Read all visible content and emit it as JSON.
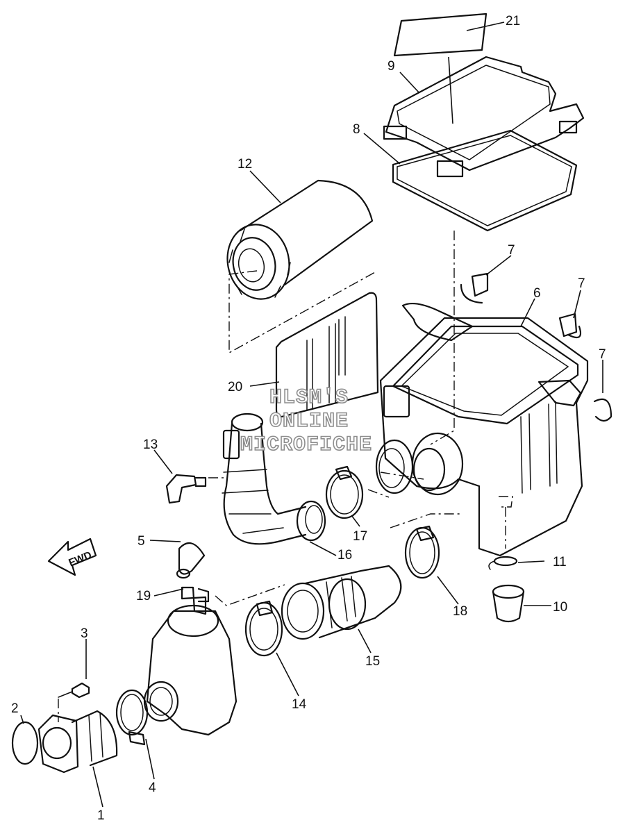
{
  "watermark": {
    "line1": "HLSM'S",
    "line2": "ONLINE",
    "line3": "MICROFICHE"
  },
  "direction_label": "FWD",
  "callouts": {
    "c1": "1",
    "c2": "2",
    "c3": "3",
    "c4": "4",
    "c5": "5",
    "c6": "6",
    "c7a": "7",
    "c7b": "7",
    "c7c": "7",
    "c8": "8",
    "c9": "9",
    "c10": "10",
    "c11": "11",
    "c12": "12",
    "c13": "13",
    "c14": "14",
    "c15": "15",
    "c16": "16",
    "c17": "17",
    "c18": "18",
    "c19": "19",
    "c20": "20",
    "c21": "21"
  }
}
